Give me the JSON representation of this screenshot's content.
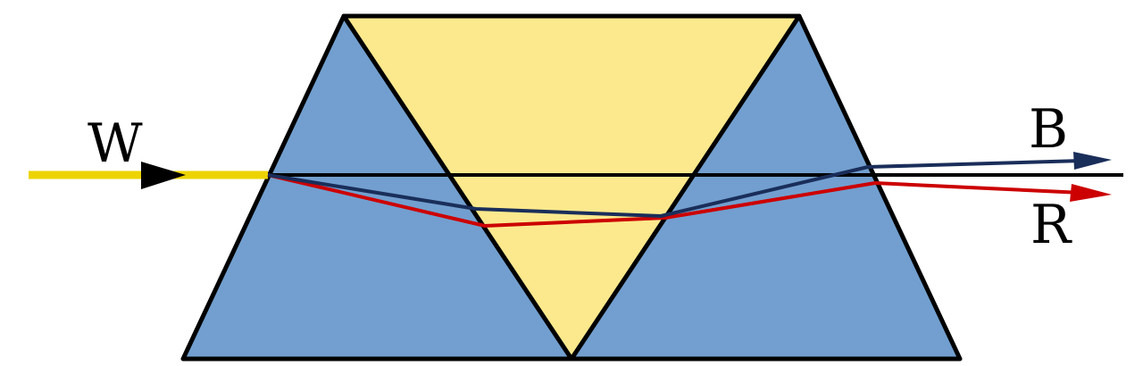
{
  "labels": {
    "white_light": "W",
    "blue_ray": "B",
    "red_ray": "R"
  },
  "colors": {
    "outer_prism": "#729fcf",
    "inner_prism": "#fce98d",
    "white_beam": "#edd400",
    "blue_ray": "#1a2e5a",
    "red_ray": "#cc0000",
    "outline": "#000000"
  }
}
